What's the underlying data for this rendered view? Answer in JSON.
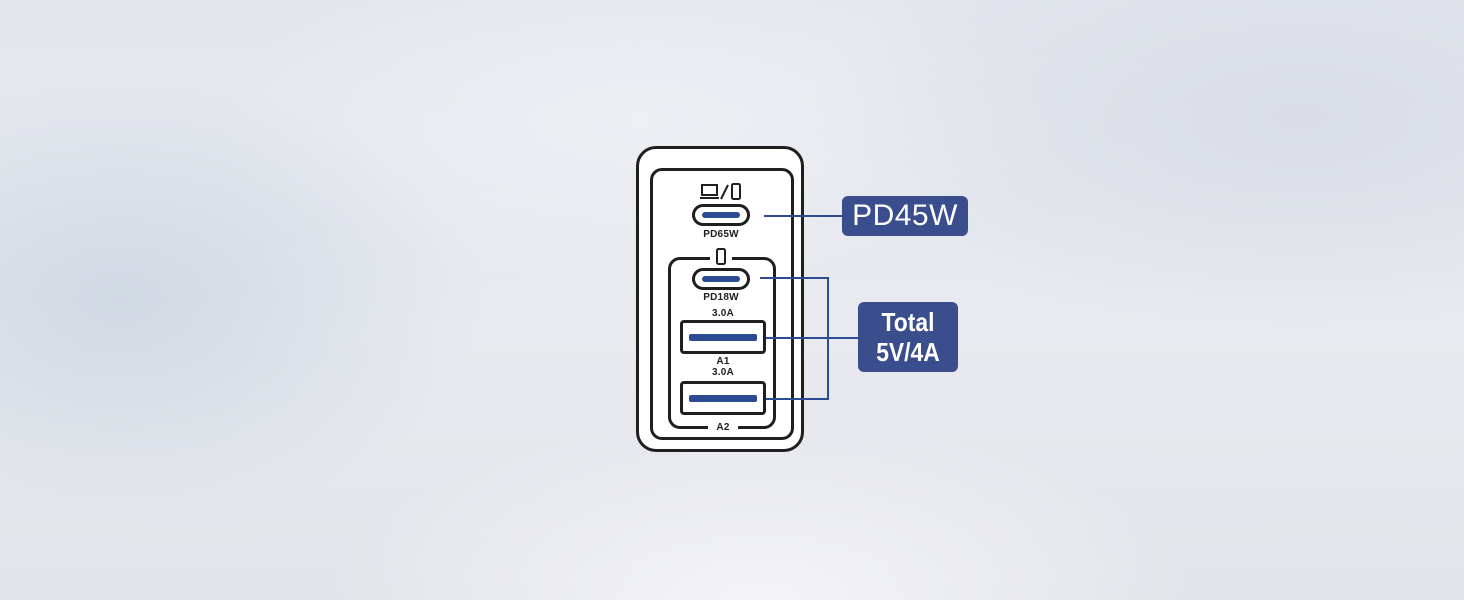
{
  "ports": {
    "usb_c1": {
      "label": "PD65W",
      "icon": "laptop-phone-icon"
    },
    "usb_c2": {
      "label": "PD18W",
      "icon": "phone-icon"
    },
    "usb_a1": {
      "top_label": "3.0A",
      "bottom_label": "A1"
    },
    "usb_a2": {
      "top_label": "3.0A",
      "bottom_label": "A2"
    }
  },
  "callouts": {
    "pd": {
      "text": "PD45W"
    },
    "total": {
      "line1": "Total",
      "line2": "5V/4A"
    }
  },
  "colors": {
    "accent": "#3a4d8c",
    "outline": "#1f1f1f",
    "port_tongue": "#2c4b92"
  }
}
